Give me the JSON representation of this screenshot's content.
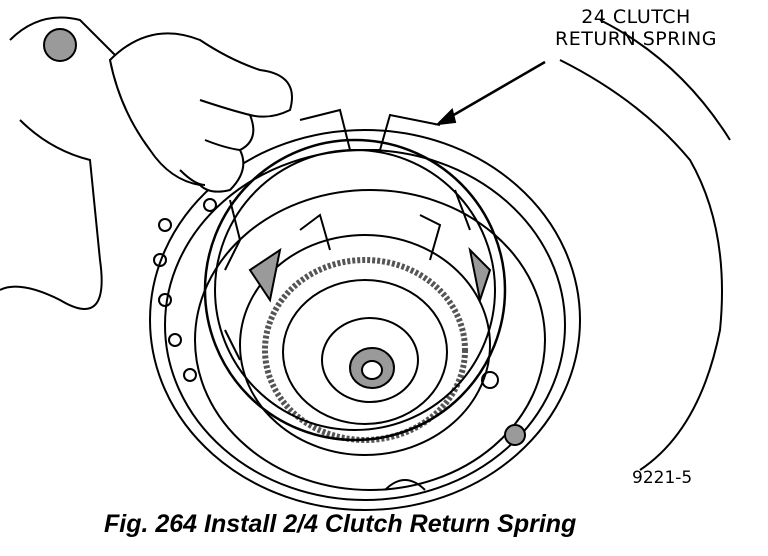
{
  "callout": {
    "line1": "24 CLUTCH",
    "line2": "RETURN SPRING"
  },
  "figure_id": "9221-5",
  "caption": "Fig. 264 Install 2/4 Clutch Return Spring",
  "colors": {
    "ink": "#000000",
    "paper": "#ffffff",
    "shade": "#9a9a9a"
  }
}
